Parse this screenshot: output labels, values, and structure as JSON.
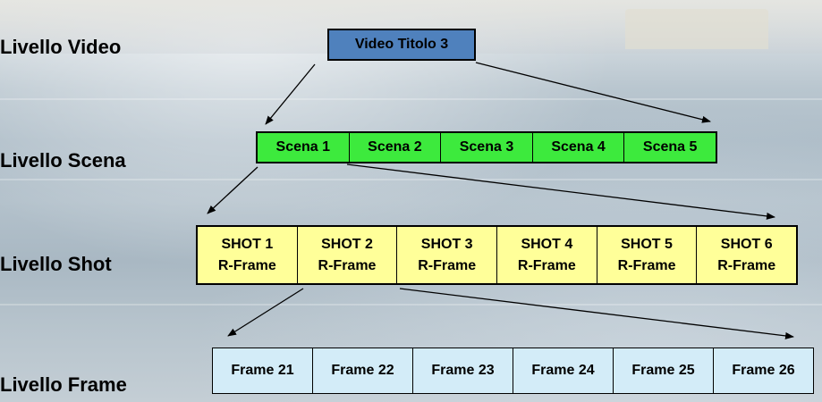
{
  "levels": {
    "video": "Livello Video",
    "scene": "Livello Scena",
    "shot": "Livello Shot",
    "frame": "Livello Frame"
  },
  "video": {
    "title": "Video Titolo 3"
  },
  "scenes": [
    "Scena 1",
    "Scena 2",
    "Scena 3",
    "Scena 4",
    "Scena 5"
  ],
  "shots": [
    {
      "name": "SHOT 1",
      "sub": "R-Frame"
    },
    {
      "name": "SHOT 2",
      "sub": "R-Frame"
    },
    {
      "name": "SHOT 3",
      "sub": "R-Frame"
    },
    {
      "name": "SHOT 4",
      "sub": "R-Frame"
    },
    {
      "name": "SHOT 5",
      "sub": "R-Frame"
    },
    {
      "name": "SHOT 6",
      "sub": "R-Frame"
    }
  ],
  "frames": [
    "Frame 21",
    "Frame 22",
    "Frame 23",
    "Frame 24",
    "Frame 25",
    "Frame 26"
  ],
  "colors": {
    "video": "#4f81bd",
    "scene": "#3dea3d",
    "shot": "#ffff99",
    "frame": "#d3ecf8"
  }
}
